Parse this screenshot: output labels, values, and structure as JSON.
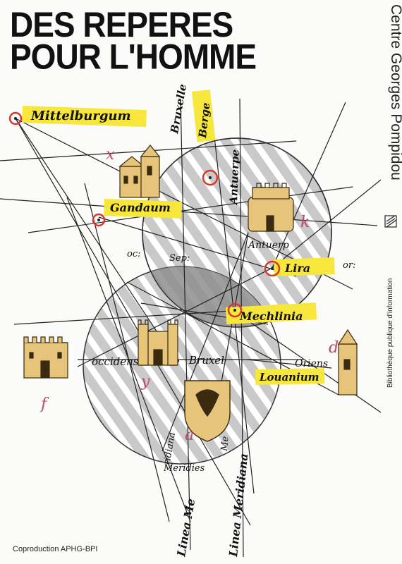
{
  "title_line1": "DES REPERES",
  "title_line2": "POUR L'HOMME",
  "side_title": "Centre Georges Pompidou",
  "side_subtitle": "Bibliothèque publique d'information",
  "coproduction": "Coproduction APHG-BPI",
  "labels": {
    "mittelburgum": "Mittelburgum",
    "bruxelle": "Bruxelle",
    "berge": "Berge",
    "antuerpe": "Antuerpe",
    "gandaum": "Gandaum",
    "oc": "oc:",
    "sep": "Sep:",
    "antuerp": "Antuerp",
    "lira": "Lira",
    "or": "or:",
    "mechlinia": "Mechlinia",
    "occidens": "occidens",
    "bruxel": "Bruxel",
    "oriens": "Oriens",
    "louanium": "Louanium",
    "meridiana_a": "ridiana",
    "meridiana_b": "Me",
    "meridies": "Meridies",
    "linea_left": "Linea Me",
    "linea_right": "Linea Meridiana"
  },
  "letters": {
    "x": "x",
    "k": "k",
    "d": "d",
    "f": "f",
    "y": "y",
    "a": "a"
  },
  "colors": {
    "highlight": "#f7e63c",
    "marker": "#d5392b",
    "building": "#e6c47a",
    "circle_fill": "#c9c9c9",
    "overlap": "#8e8e8e",
    "accent_letter": "#c0486a"
  }
}
